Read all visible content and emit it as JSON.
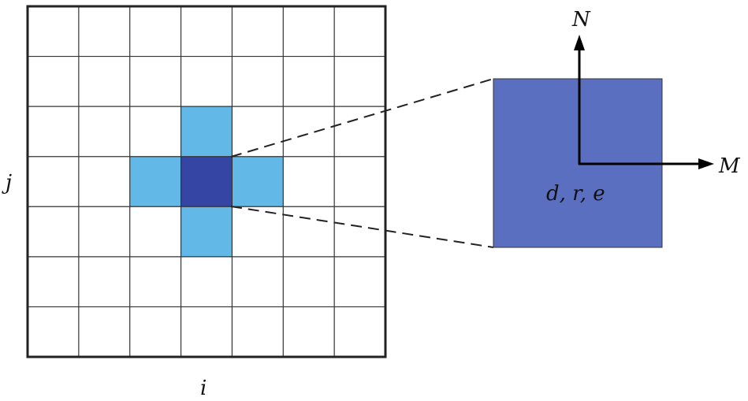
{
  "grid": {
    "rows": 7,
    "cols": 7,
    "center_cell": {
      "row": 3,
      "col": 3
    },
    "neighbor_cells": [
      {
        "row": 2,
        "col": 3
      },
      {
        "row": 3,
        "col": 2
      },
      {
        "row": 3,
        "col": 4
      },
      {
        "row": 4,
        "col": 3
      }
    ],
    "axis_i_label": "i",
    "axis_j_label": "j"
  },
  "detail": {
    "cell_label": "d, r, e",
    "axis_n_label": "N",
    "axis_m_label": "M"
  },
  "colors": {
    "center": "#3545a3",
    "neighbor": "#62b9e8",
    "detail_fill": "#5b6fc0",
    "line": "#222222"
  }
}
